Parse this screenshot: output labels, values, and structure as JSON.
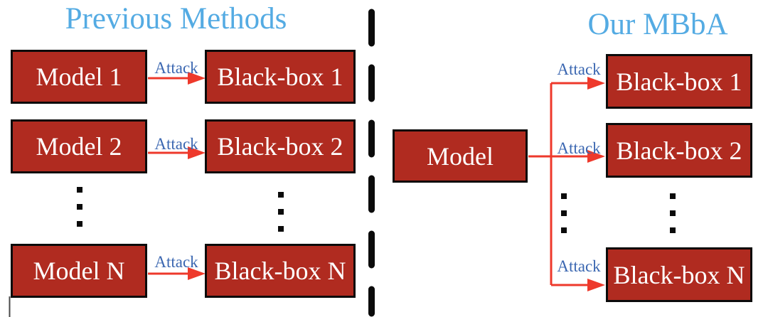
{
  "colors": {
    "background": "#ffffff",
    "box_fill": "#b02b20",
    "box_border": "#0b0b0b",
    "box_text": "#ffffff",
    "panel_title": "#54abe3",
    "attack_label": "#3b67b1",
    "arrow": "#ee392b",
    "divider": "#0b0b0b"
  },
  "left_panel": {
    "title": "Previous Methods",
    "rows": [
      {
        "model": "Model 1",
        "attack_label": "Attack",
        "blackbox": "Black-box 1"
      },
      {
        "model": "Model 2",
        "attack_label": "Attack",
        "blackbox": "Black-box 2"
      },
      {
        "model": "Model N",
        "attack_label": "Attack",
        "blackbox": "Black-box N"
      }
    ]
  },
  "right_panel": {
    "title": "Our MBbA",
    "model_label": "Model",
    "rows": [
      {
        "attack_label": "Attack",
        "blackbox": "Black-box 1"
      },
      {
        "attack_label": "Attack",
        "blackbox": "Black-box 2"
      },
      {
        "attack_label": "Attack",
        "blackbox": "Black-box N"
      }
    ]
  }
}
